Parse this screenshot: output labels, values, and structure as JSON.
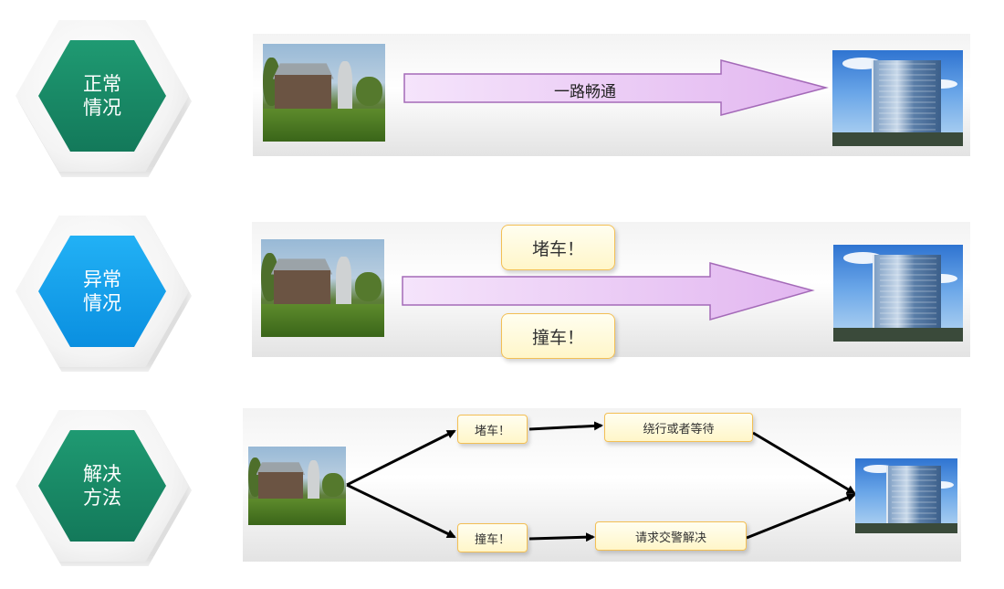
{
  "rows": [
    {
      "badge": {
        "line1": "正常",
        "line2": "情况",
        "color": "#1f9a72"
      },
      "arrow_label": "一路畅通"
    },
    {
      "badge": {
        "line1": "异常",
        "line2": "情况",
        "color": "#16a2ef"
      },
      "notes": [
        "堵车！",
        "撞车！"
      ]
    },
    {
      "badge": {
        "line1": "解决",
        "line2": "方法",
        "color": "#1f9a72"
      },
      "flow": {
        "top_issue": "堵车！",
        "top_action": "绕行或者等待",
        "bottom_issue": "撞车！",
        "bottom_action": "请求交警解决"
      }
    }
  ],
  "colors": {
    "arrow_fill": "#e9c7f3",
    "arrow_stroke": "#a46ab8",
    "note_fill": "#fff6c9",
    "note_border": "#f3bf54"
  },
  "icons": {
    "start": "farm-photo",
    "end": "office-building-photo"
  }
}
